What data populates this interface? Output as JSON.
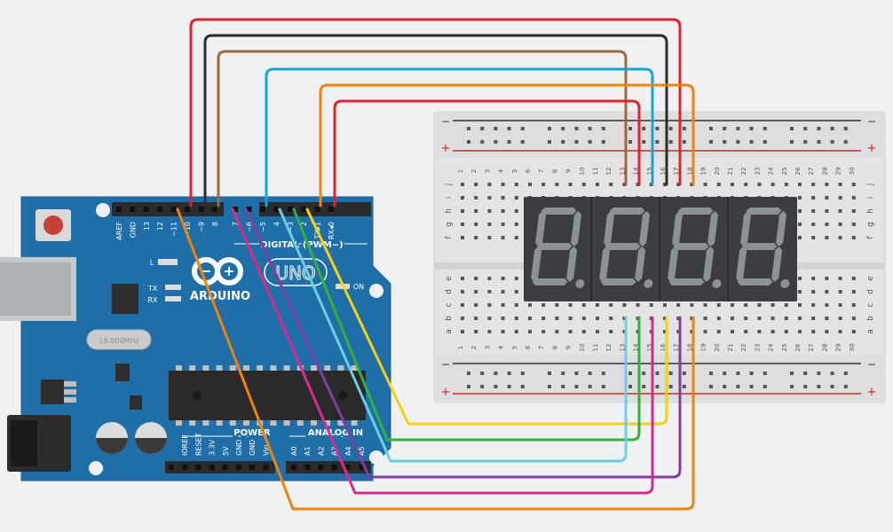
{
  "colors": {
    "canvas": "#f0f1f2",
    "board": "#1f6ea7",
    "board_dark": "#165985",
    "breadboard": "#e4e4e4",
    "rail_red": "#d2232a",
    "rail_dark": "#333333",
    "display_body": "#3b3d40",
    "segment_off": "#8d9095",
    "wire_red": "#e0232c",
    "wire_black": "#2c2c2c",
    "wire_brown": "#9b6b3f",
    "wire_blue": "#1aa3d8",
    "wire_orange": "#f0820f",
    "wire_purple": "#7e3fa0",
    "wire_magenta": "#d62c8d",
    "wire_green": "#33b040",
    "wire_cyan": "#6ccfe0",
    "wire_yellow": "#f5d10f"
  },
  "arduino": {
    "header_pins": [
      "AREF",
      "GND",
      "13",
      "12",
      "~11",
      "~10",
      "~9",
      "8",
      "7",
      "~6",
      "~5",
      "4",
      "~3",
      "2",
      "TX▸1",
      "RX◂0"
    ],
    "digital_label": "DIGITAL (PWM~)",
    "led_l": "L",
    "led_tx": "TX",
    "led_rx": "RX",
    "led_on": "ON",
    "logo_text": "ARDUINO",
    "model": "UNO",
    "crystal": "16.000MHz",
    "power_label": "POWER",
    "power_pins": [
      "IOREF",
      "RESET",
      "3.3V",
      "5V",
      "GND",
      "GND",
      "Vin"
    ],
    "analog_label": "ANALOG IN",
    "analog_pins": [
      "A0",
      "A1",
      "A2",
      "A3",
      "A4",
      "A5"
    ]
  },
  "breadboard": {
    "columns": [
      "1",
      "2",
      "3",
      "4",
      "5",
      "6",
      "7",
      "8",
      "9",
      "10",
      "11",
      "12",
      "13",
      "14",
      "15",
      "16",
      "17",
      "18",
      "19",
      "20",
      "21",
      "22",
      "23",
      "24",
      "25",
      "26",
      "27",
      "28",
      "29",
      "30"
    ],
    "rows_top": [
      "j",
      "i",
      "h",
      "g",
      "f"
    ],
    "rows_bottom": [
      "e",
      "d",
      "c",
      "b",
      "a"
    ],
    "rail_minus": "−",
    "rail_plus": "+"
  },
  "display": {
    "digits": 4
  }
}
